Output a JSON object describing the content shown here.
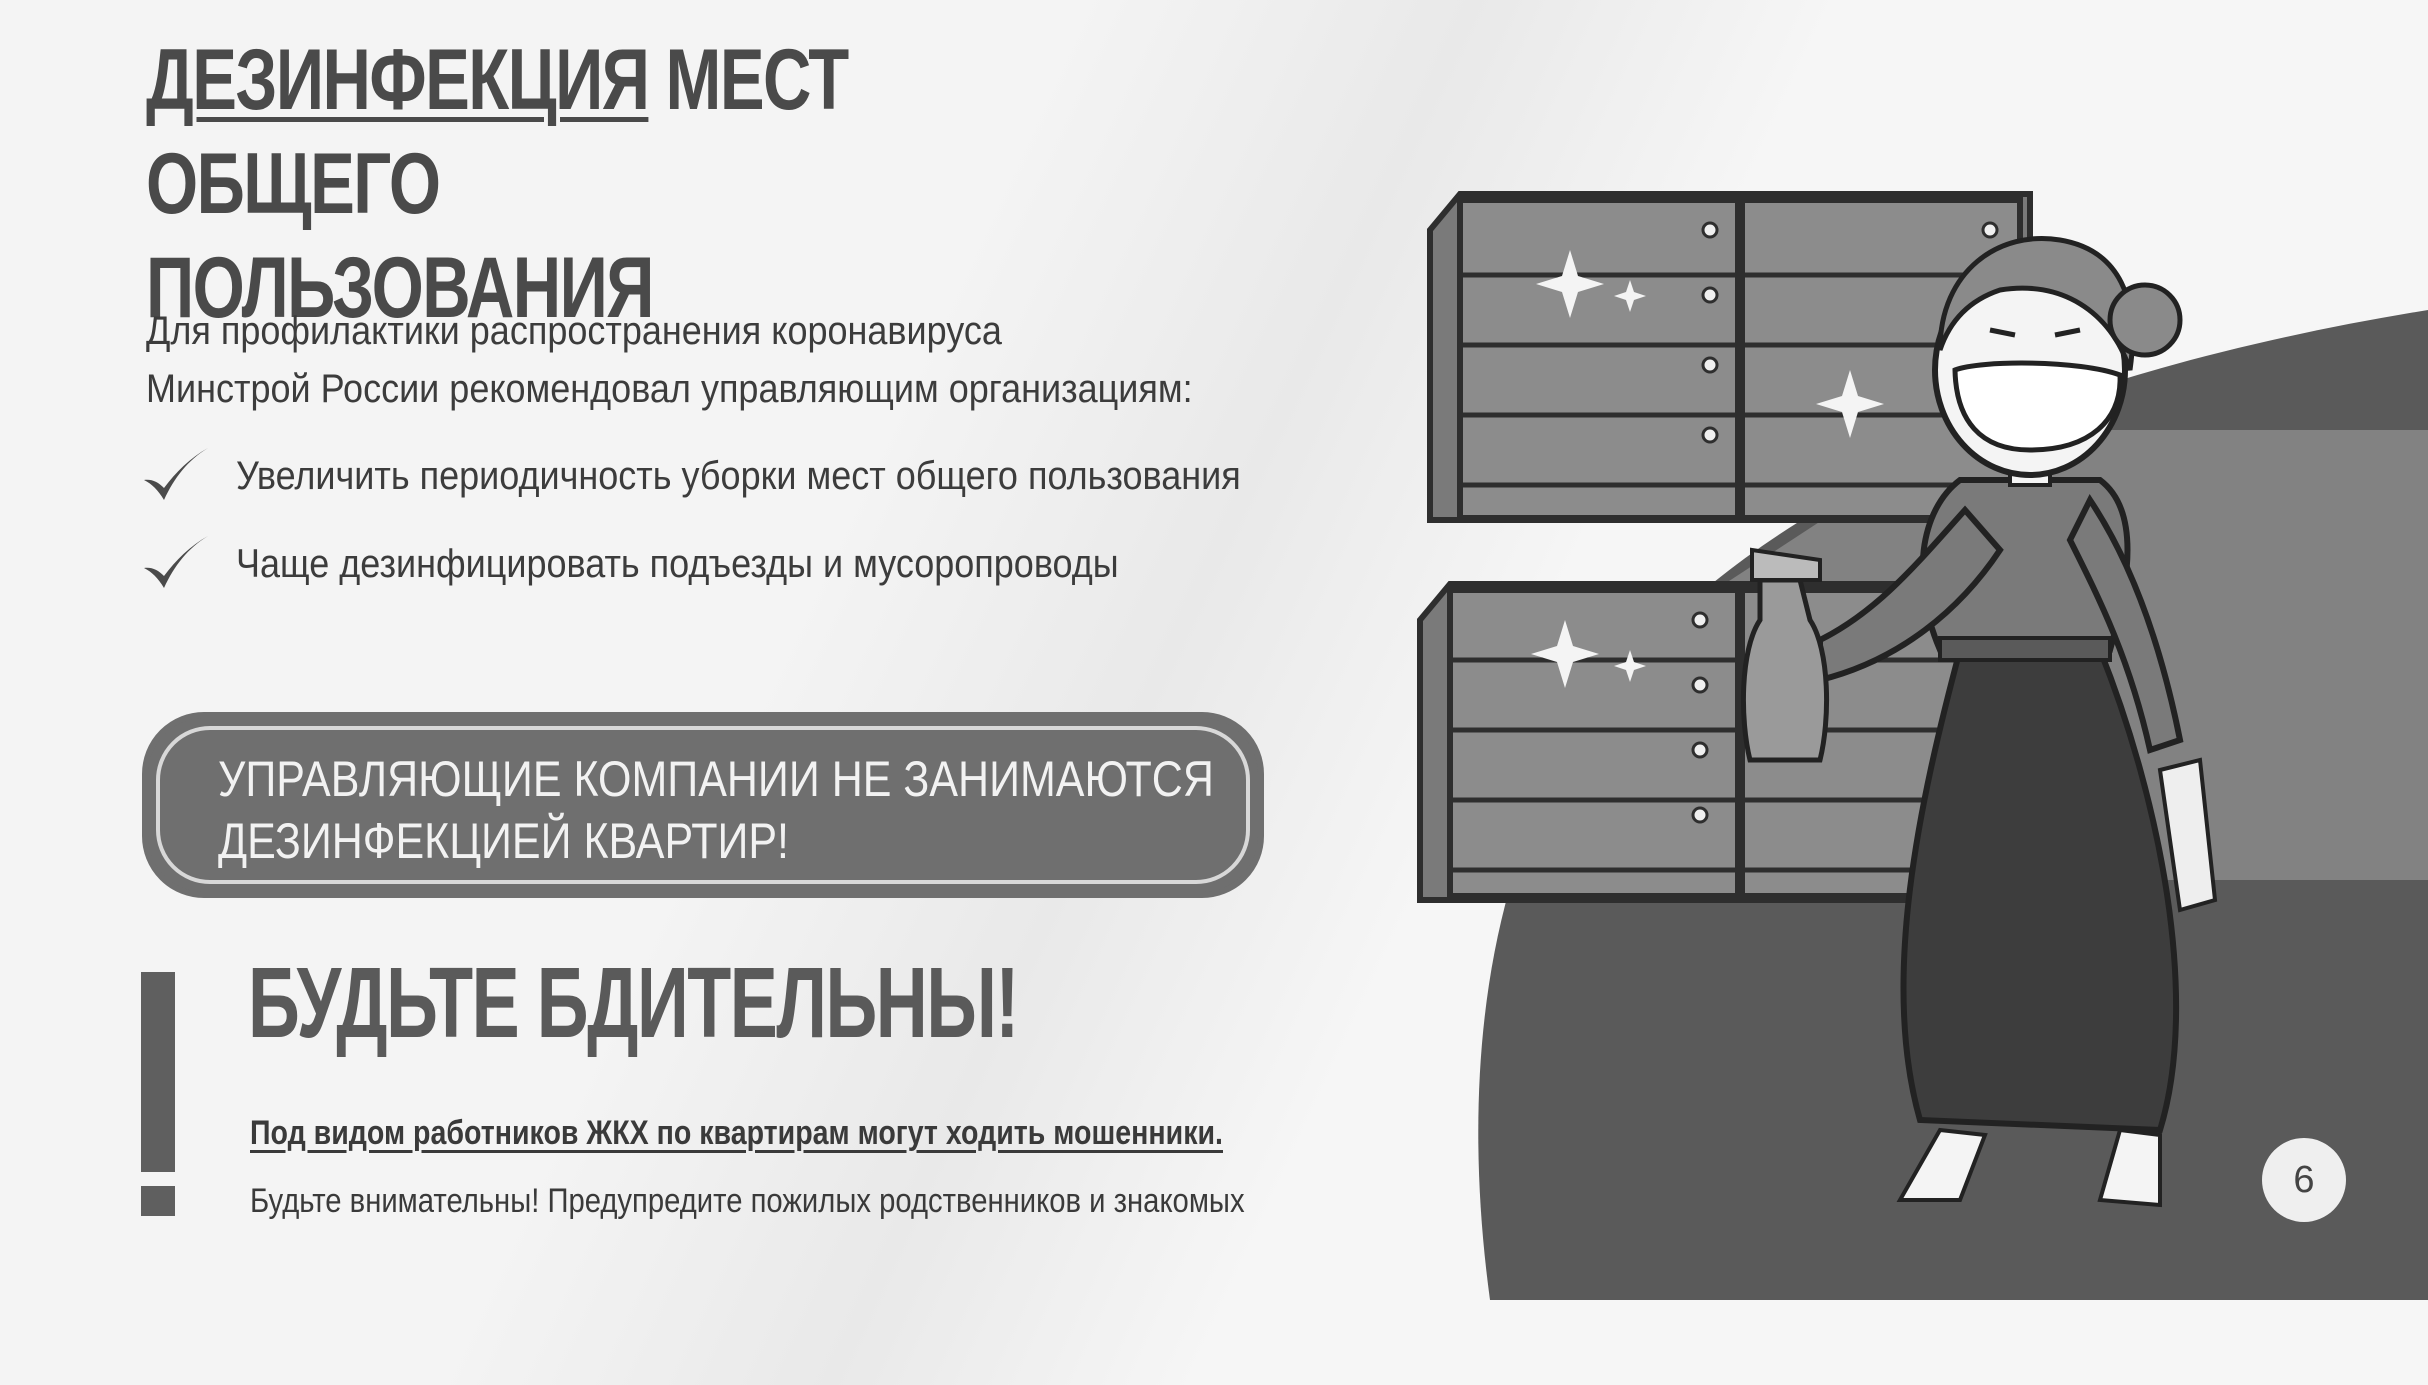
{
  "title": {
    "underlined_part": "ДЕЗИНФЕКЦИЯ",
    "rest_line1": " МЕСТ ОБЩЕГО",
    "line2": "ПОЛЬЗОВАНИЯ"
  },
  "intro": {
    "line1": "Для профилактики распространения коронавируса",
    "line2": "Минстрой России рекомендовал управляющим организациям:"
  },
  "recommendations": [
    "Увеличить периодичность уборки мест общего пользования",
    "Чаще дезинфицировать подъезды и мусоропроводы"
  ],
  "notice_box": {
    "line1": "УПРАВЛЯЮЩИЕ КОМПАНИИ НЕ ЗАНИМАЮТСЯ",
    "line2": "ДЕЗИНФЕКЦИЕЙ КВАРТИР!"
  },
  "warning": {
    "title": "БУДЬТЕ БДИТЕЛЬНЫ!",
    "subtitle": "Под видом работников ЖКХ по квартирам могут ходить мошенники.",
    "note": "Будьте внимательны! Предупредите пожилых родственников и знакомых"
  },
  "page_number": "6",
  "colors": {
    "dark_gray": "#5f5f5f",
    "pill_fill": "#6f6f6f",
    "circle_bg": "#5a5a5a",
    "text": "#3a3a3a"
  }
}
